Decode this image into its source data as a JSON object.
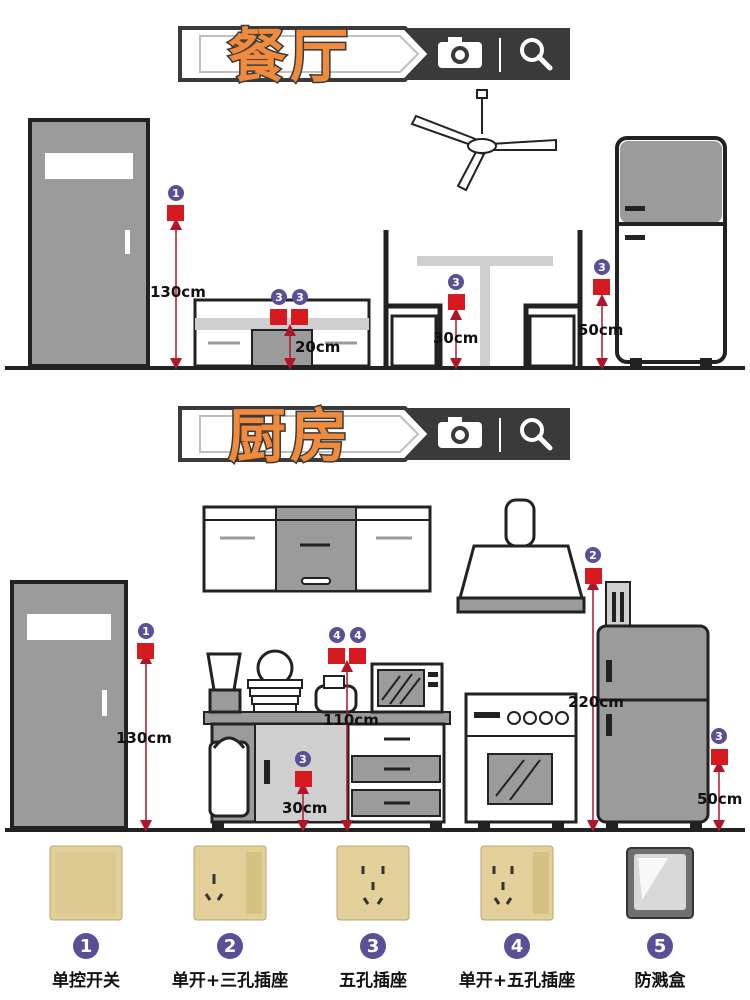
{
  "sections": [
    {
      "title": "餐厅",
      "measurements": [
        "130cm",
        "20cm",
        "30cm",
        "50cm"
      ],
      "badges": [
        "1",
        "3",
        "3",
        "3",
        "3"
      ]
    },
    {
      "title": "厨房",
      "measurements": [
        "130cm",
        "110cm",
        "30cm",
        "220cm",
        "50cm"
      ],
      "badges": [
        "1",
        "4",
        "4",
        "3",
        "2",
        "3"
      ]
    }
  ],
  "legend": [
    {
      "number": "1",
      "label": "单控开关"
    },
    {
      "number": "2",
      "label": "单开+三孔插座"
    },
    {
      "number": "3",
      "label": "五孔插座"
    },
    {
      "number": "4",
      "label": "单开+五孔插座"
    },
    {
      "number": "5",
      "label": "防溅盒"
    }
  ],
  "icons": [
    "camera-icon",
    "search-icon"
  ],
  "colors": {
    "accent": "#f08a3c",
    "socket": "#d71920",
    "badge": "#5b4f98",
    "appliance": "#9b9b9b",
    "line": "#222222",
    "arrow": "#b0152a"
  }
}
